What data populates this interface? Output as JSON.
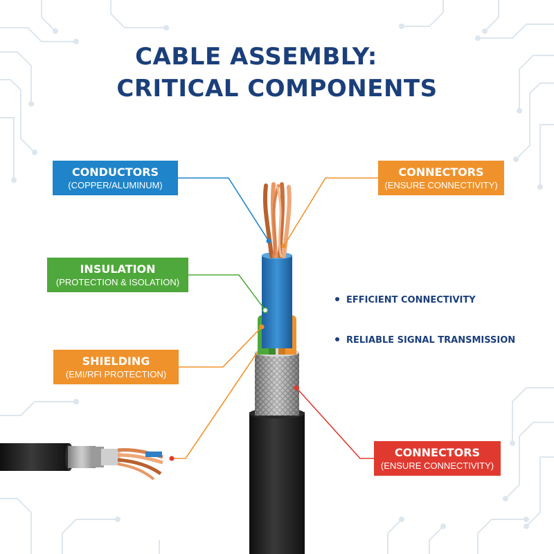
{
  "title": {
    "line1": "CABLE ASSEMBLY:",
    "line2": "CRITICAL COMPONENTS"
  },
  "labels": {
    "conductors": {
      "heading": "CONDUCTORS",
      "sub": "(COPPER/ALUMINUM)",
      "color": "#1f84c9"
    },
    "insulation": {
      "heading": "INSULATION",
      "sub": "(PROTECTION & ISOLATION)",
      "color": "#4fa83b"
    },
    "shielding": {
      "heading": "SHIELDING",
      "sub": "(EMI/RFI PROTECTION)",
      "color": "#f0922c"
    },
    "connectors_top": {
      "heading": "CONNECTORS",
      "sub": "(ENSURE CONNECTIVITY)",
      "color": "#f0922c"
    },
    "connectors_bottom": {
      "heading": "CONNECTORS",
      "sub": "(ENSURE CONNECTIVITY)",
      "color": "#e03a30"
    }
  },
  "bullets": [
    "EFFICIENT CONNECTIVITY",
    "RELIABLE SIGNAL TRANSMISSION"
  ],
  "colors": {
    "title": "#1b3f7a",
    "copper": "#d9824f",
    "inner_core": "#2f7fc4",
    "jacket": "#1f1f1f",
    "braid": "#c8c8c8",
    "circuit": "#dde6ee"
  }
}
